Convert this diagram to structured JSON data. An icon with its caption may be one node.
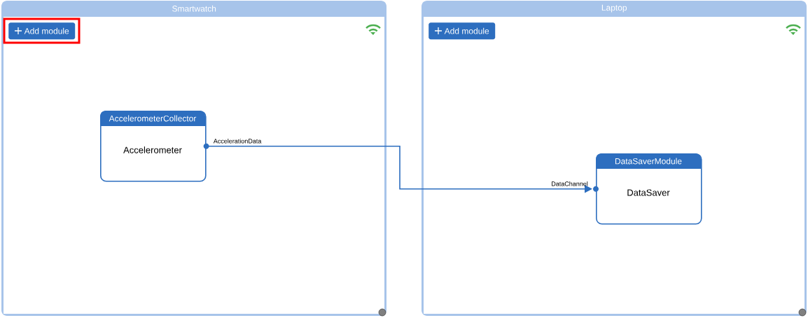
{
  "diagram": {
    "nodes": [
      {
        "text": [
          "Smartwatch"
        ]
      },
      {
        "text": [
          "Add module"
        ],
        "in": 0
      },
      {
        "text": [
          "AccelerometerCollector",
          "Accelerometer"
        ],
        "in": 0,
        "beside": [
          "AccelerationData"
        ]
      },
      {
        "text": [
          "Laptop"
        ]
      },
      {
        "text": [
          "Add module"
        ],
        "in": 3
      },
      {
        "text": [
          "DataSaverModule",
          "DataSaver"
        ],
        "in": 3,
        "beside": [
          "DataChannel"
        ]
      }
    ],
    "edges": [
      {
        "from": 2,
        "to": 5,
        "arrow": "to"
      }
    ]
  }
}
